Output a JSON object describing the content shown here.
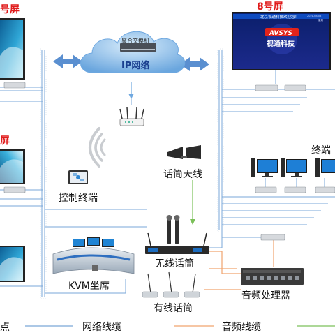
{
  "labels": {
    "screen_top_left": "号屏",
    "screen_mid_left": "屏",
    "screen_8": "8号屏",
    "switch": "聚合交换机",
    "network": "IP网络",
    "mic_antenna": "话筒天线",
    "control_terminal": "控制终端",
    "terminal": "终端",
    "wireless_mic": "无线话筒",
    "kvm_seat": "KVM坐席",
    "wired_mic": "有线话筒",
    "audio_processor": "音频处理器"
  },
  "screen8": {
    "welcome": "北京视通科技欢迎您！",
    "logo": "AVSYS",
    "brand": "视通科技",
    "corner_left": "2021-08-08",
    "corner_right": "星期一"
  },
  "legend": {
    "node_suffix": "点",
    "network_cable": "网络线缆",
    "audio_cable": "音频线缆"
  },
  "colors": {
    "network_line": "#7aa7d8",
    "audio_line": "#f0a36e",
    "antenna_line": "#7cc05a",
    "label_red": "#e01b1b",
    "arrow_blue": "#5a8fd0",
    "cloud_blue": "#6fa8e0"
  }
}
